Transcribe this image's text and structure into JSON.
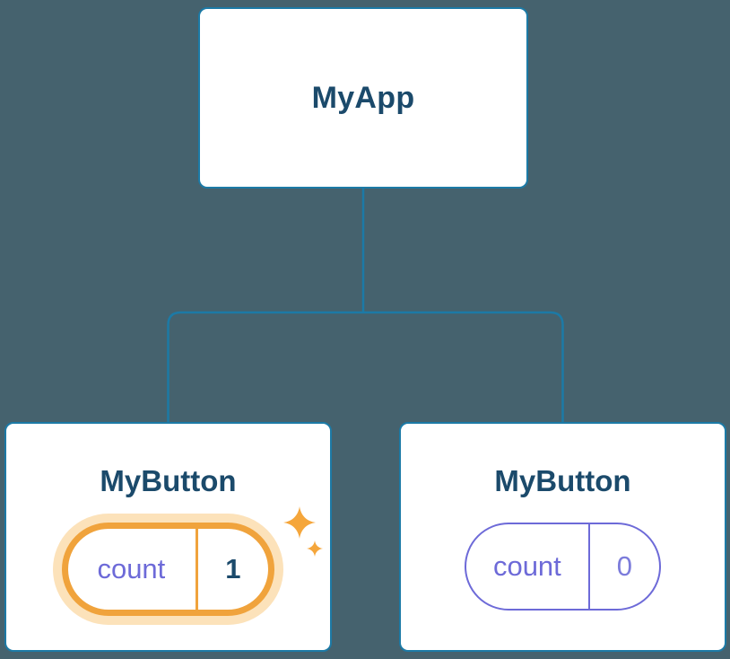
{
  "diagram": {
    "title": "component-tree",
    "root": {
      "label": "MyApp"
    },
    "children": [
      {
        "label": "MyButton",
        "state_name": "count",
        "state_value": "1",
        "highlighted": true
      },
      {
        "label": "MyButton",
        "state_name": "count",
        "state_value": "0",
        "highlighted": false
      }
    ]
  },
  "icons": {
    "sparkle": "four-point-star"
  },
  "colors": {
    "background": "#45626E",
    "node_fill": "#FFFFFF",
    "node_border": "#1C7AA6",
    "connector": "#1C7AA6",
    "title_text": "#1B4A6B",
    "state_purple": "#6D6AD8",
    "state_value_muted": "#7C7CDB",
    "highlight_orange": "#F0A33C",
    "highlight_glow": "#F6B24A",
    "highlight_value": "#1B4A6B"
  }
}
